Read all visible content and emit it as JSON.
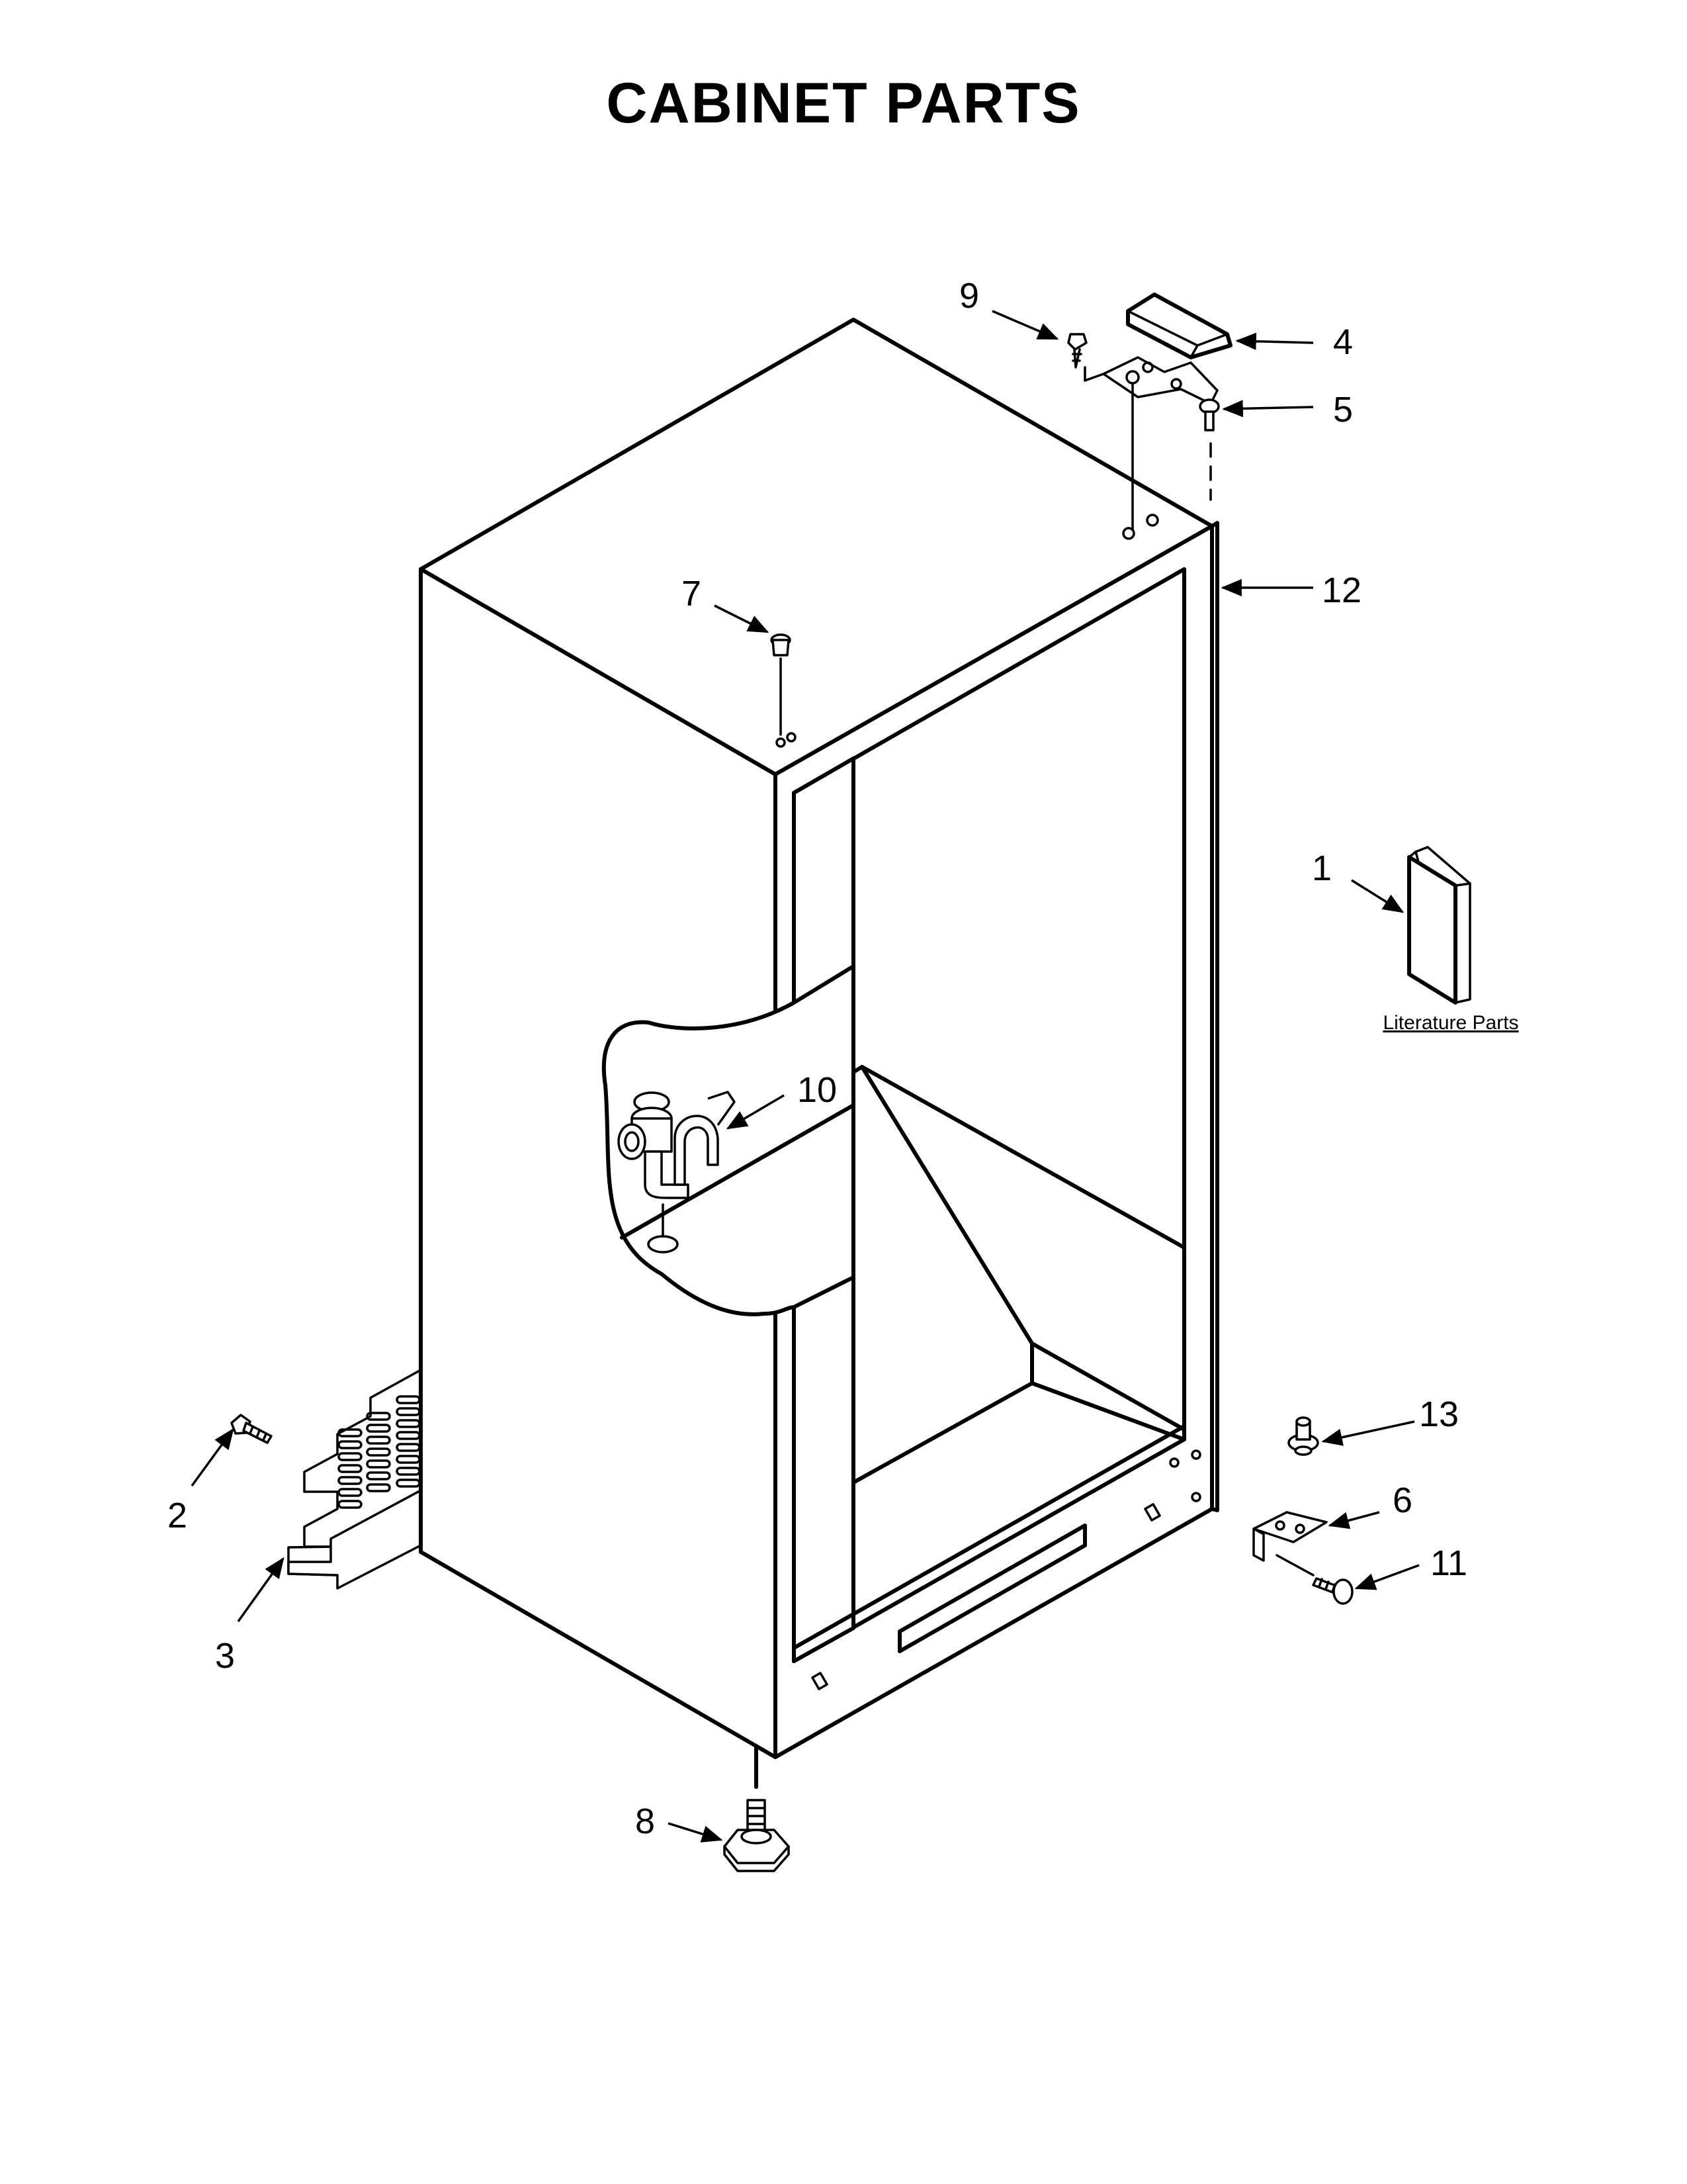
{
  "title": "CABINET PARTS",
  "literature_label": "Literature Parts",
  "callouts": {
    "c1": "1",
    "c2": "2",
    "c3": "3",
    "c4": "4",
    "c5": "5",
    "c6": "6",
    "c7": "7",
    "c8": "8",
    "c9": "9",
    "c10": "10",
    "c11": "11",
    "c12": "12",
    "c13": "13"
  }
}
